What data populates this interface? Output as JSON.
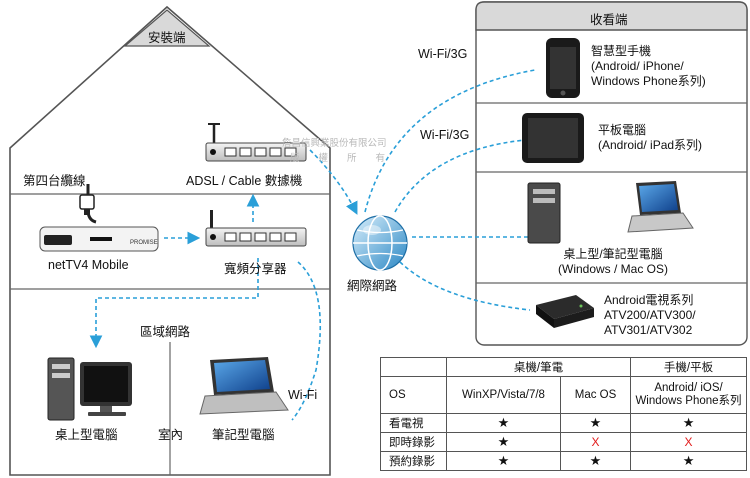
{
  "house": {
    "roof_label": "安裝端",
    "cable_label": "第四台纜線",
    "adsl_label": "ADSL / Cable 數據機",
    "nettv_label": "netTV4 Mobile",
    "router_label": "寬頻分享器",
    "lan_label": "區域網路",
    "desktop_label": "桌上型電腦",
    "indoor_label": "室內",
    "laptop_label": "筆記型電腦",
    "wifi_label": "Wi-Fi",
    "nettv_brand": "PROMISE"
  },
  "internet": {
    "label": "網際網路"
  },
  "links": {
    "wifi3g_top": "Wi-Fi/3G",
    "wifi3g_mid": "Wi-Fi/3G"
  },
  "watermark": {
    "line1": "詹昌信興業股份有限公司",
    "line2": "版　　權　　所　　有"
  },
  "viewer_panel": {
    "title": "收看端",
    "items": [
      {
        "icon": "smartphone-icon",
        "lines": [
          "智慧型手機",
          "(Android/ iPhone/",
          "Windows Phone系列)"
        ]
      },
      {
        "icon": "tablet-icon",
        "lines": [
          "平板電腦",
          "(Android/ iPad系列)"
        ]
      },
      {
        "icon": "desktop-laptop-icon",
        "lines": [
          "桌上型/筆記型電腦",
          "(Windows / Mac OS)"
        ]
      },
      {
        "icon": "android-tv-box-icon",
        "lines": [
          "Android電視系列",
          "ATV200/ATV300/",
          "ATV301/ATV302"
        ]
      }
    ]
  },
  "table": {
    "group_headers": [
      "桌機/筆電",
      "手機/平板"
    ],
    "os_row": [
      "OS",
      "WinXP/Vista/7/8",
      "Mac OS",
      "Android/ iOS/ Windows Phone系列"
    ],
    "rows": [
      {
        "label": "看電視",
        "cells": [
          "★",
          "★",
          "★"
        ]
      },
      {
        "label": "即時錄影",
        "cells": [
          "★",
          "X",
          "X"
        ]
      },
      {
        "label": "預約錄影",
        "cells": [
          "★",
          "★",
          "★"
        ]
      }
    ]
  },
  "colors": {
    "dashed_link": "#2a9fd8",
    "panel_header": "#d9d9d9",
    "outline": "#555555",
    "cross": "#e21b1b"
  }
}
